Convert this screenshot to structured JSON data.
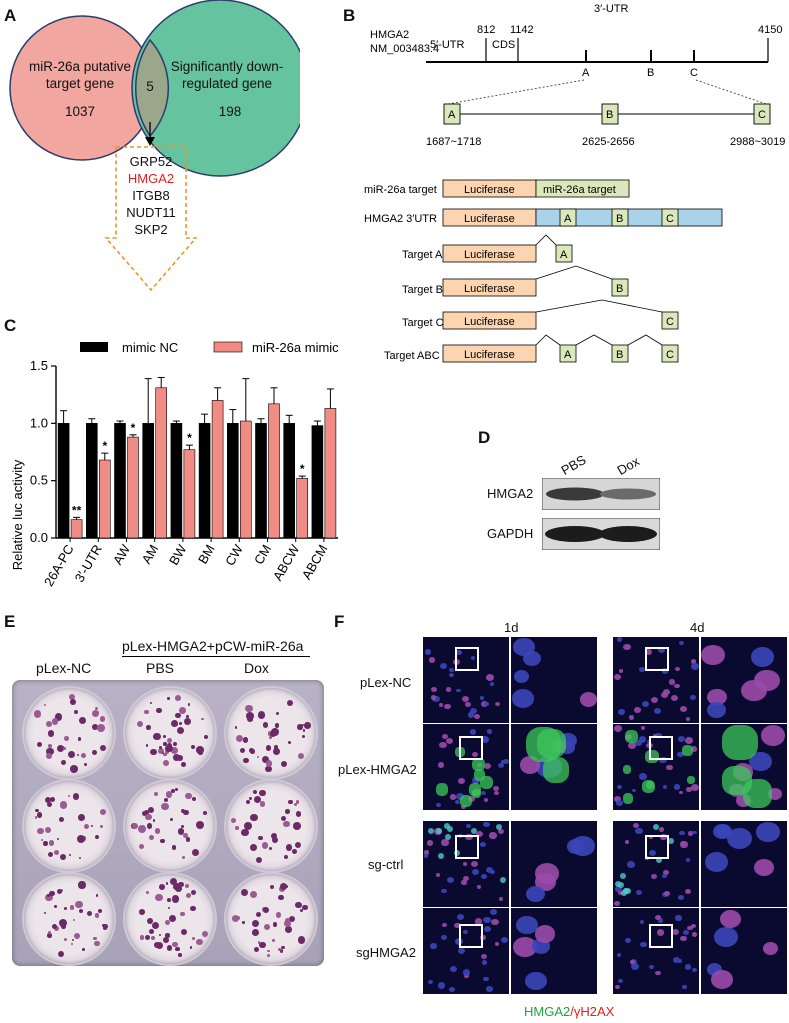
{
  "panels": {
    "A": "A",
    "B": "B",
    "C": "C",
    "D": "D",
    "E": "E",
    "F": "F"
  },
  "venn": {
    "left_label": "miR-26a putative target gene",
    "left_count": "1037",
    "right_label": "Significantly down-regulated gene",
    "right_count": "198",
    "overlap_count": "5",
    "genes": [
      "GRP52",
      "HMGA2",
      "ITGB8",
      "NUDT11",
      "SKP2"
    ],
    "highlight_gene": "HMGA2",
    "colors": {
      "left": "#f2a6a0",
      "right": "#66c3a0",
      "highlight": "#e02020",
      "arrow": "#f0932b"
    }
  },
  "gene_map": {
    "gene_name": "HMGA2",
    "accession": "NM_003483.4",
    "utr_label": "3′-UTR",
    "utr5_label": "5′-UTR",
    "cds_label": "CDS",
    "positions": [
      "812",
      "1142",
      "4150"
    ],
    "sites": [
      "A",
      "B",
      "C"
    ],
    "site_ranges": [
      "1687~1718",
      "2625-2656",
      "2988~3019"
    ]
  },
  "constructs": {
    "luciferase": "Luciferase",
    "mir_target": "miR-26a target",
    "rows": [
      "miR-26a target",
      "HMGA2 3′UTR",
      "Target A",
      "Target B",
      "Target C",
      "Target ABC"
    ],
    "colors": {
      "luciferase": "#fcd5b0",
      "utr": "#a9d3e8",
      "site": "#dbe8bc",
      "mirtarget": "#dbe8bc"
    }
  },
  "chart_data": {
    "type": "bar",
    "ylabel": "Relative luc activity",
    "ylim": [
      0,
      1.5
    ],
    "yticks": [
      "0.0",
      "0.5",
      "1.0",
      "1.5"
    ],
    "categories": [
      "26A-PC",
      "3′-UTR",
      "AW",
      "AM",
      "BW",
      "BM",
      "CW",
      "CM",
      "ABCW",
      "ABCM"
    ],
    "series": [
      {
        "name": "mimic NC",
        "color": "#000000",
        "values": [
          1.0,
          1.0,
          1.0,
          1.0,
          1.0,
          1.0,
          1.0,
          1.0,
          1.0,
          0.98
        ],
        "errors": [
          0.11,
          0.04,
          0.02,
          0.39,
          0.02,
          0.08,
          0.12,
          0.04,
          0.07,
          0.04
        ]
      },
      {
        "name": "miR-26a mimic",
        "color": "#f08b85",
        "values": [
          0.16,
          0.68,
          0.88,
          1.31,
          0.77,
          1.2,
          1.02,
          1.17,
          0.52,
          1.13
        ],
        "errors": [
          0.02,
          0.06,
          0.02,
          0.09,
          0.04,
          0.11,
          0.37,
          0.14,
          0.02,
          0.17
        ]
      }
    ],
    "significance": [
      "**",
      "*",
      "*",
      "",
      "*",
      "",
      "",
      "",
      "*",
      ""
    ]
  },
  "western": {
    "lanes": [
      "PBS",
      "Dox"
    ],
    "proteins": [
      "HMGA2",
      "GAPDH"
    ]
  },
  "colony": {
    "header": "pLex-HMGA2+pCW-miR-26a",
    "columns": [
      "pLex-NC",
      "PBS",
      "Dox"
    ]
  },
  "if": {
    "timepoints": [
      "1d",
      "4d"
    ],
    "rows": [
      "pLex-NC",
      "pLex-HMGA2",
      "sg-ctrl",
      "sgHMGA2"
    ],
    "legend_green": "HMGA2",
    "legend_sep": "/",
    "legend_red": "γH2AX"
  }
}
